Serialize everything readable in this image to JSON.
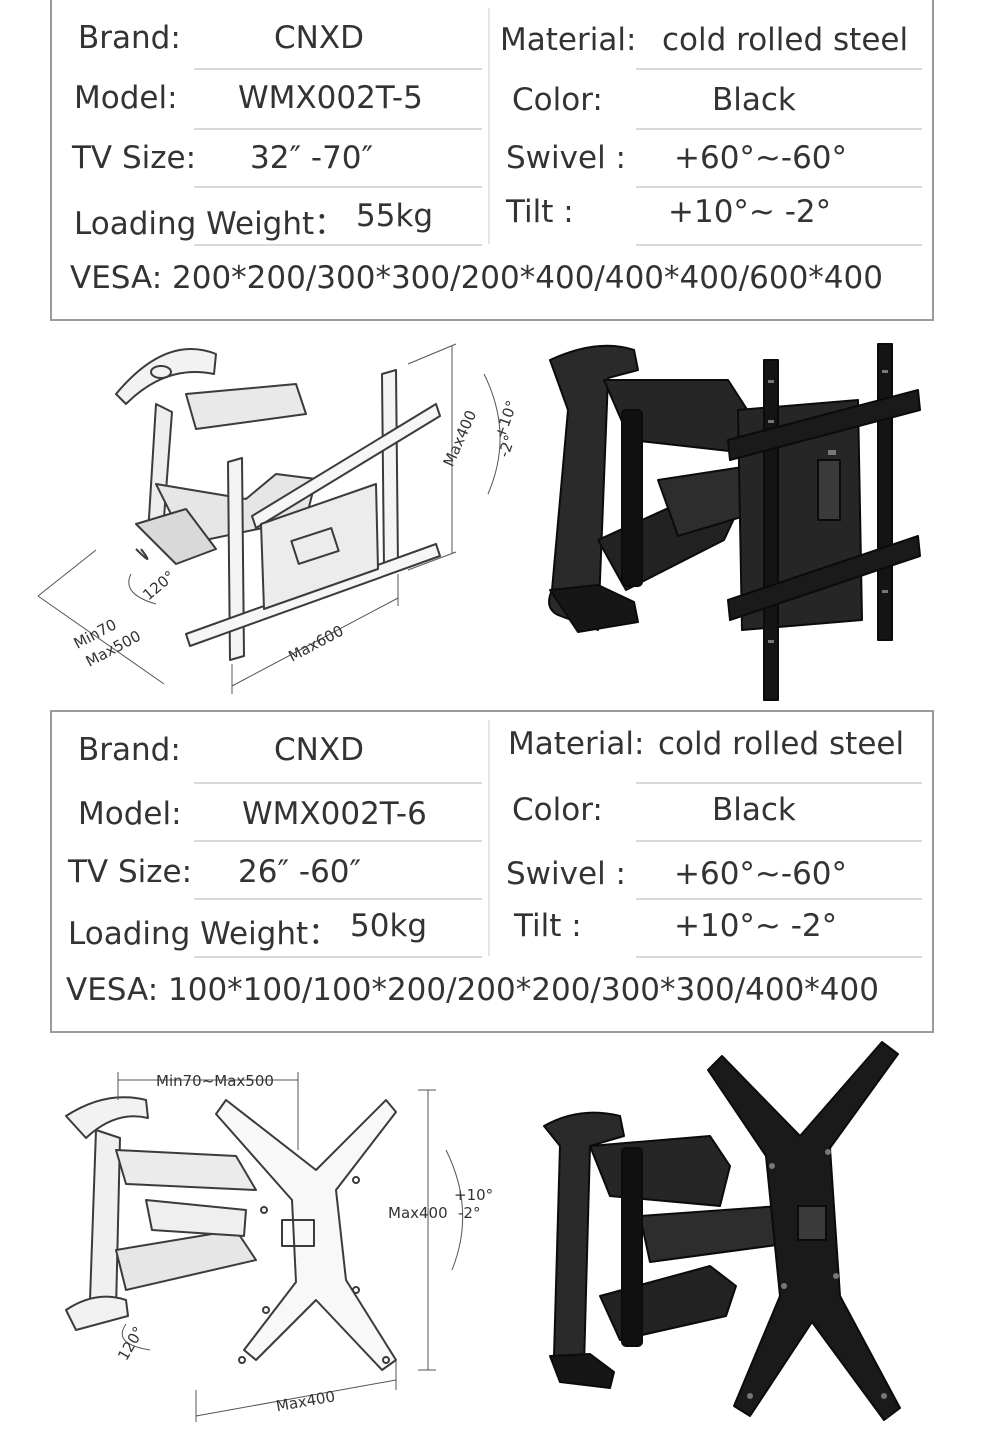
{
  "spec_tables": [
    {
      "brand_label": "Brand:",
      "brand_value": "CNXD",
      "model_label": "Model:",
      "model_value": "WMX002T-5",
      "tv_size_label": "TV Size:",
      "tv_size_value": "32″ -70″",
      "loading_weight_label": "Loading Weight：",
      "loading_weight_value": "55kg",
      "material_label": "Material:",
      "material_value": "cold rolled steel",
      "color_label": "Color:",
      "color_value": "Black",
      "swivel_label": "Swivel :",
      "swivel_value": "+60°~-60°",
      "tilt_label": "Tilt :",
      "tilt_value": "+10°~ -2°",
      "vesa": "VESA: 200*200/300*300/200*400/400*400/600*400"
    },
    {
      "brand_label": "Brand:",
      "brand_value": "CNXD",
      "model_label": "Model:",
      "model_value": "WMX002T-6",
      "tv_size_label": "TV Size:",
      "tv_size_value": "26″ -60″",
      "loading_weight_label": "Loading Weight：",
      "loading_weight_value": "50kg",
      "material_label": "Material:",
      "material_value": "cold rolled steel",
      "color_label": "Color:",
      "color_value": "Black",
      "swivel_label": "Swivel :",
      "swivel_value": "+60°~-60°",
      "tilt_label": "Tilt :",
      "tilt_value": "+10°~ -2°",
      "vesa": "VESA: 100*100/100*200/200*200/300*300/400*400"
    }
  ],
  "diagram_1": {
    "max_height": "Max400",
    "max_width": "Max600",
    "tilt_up": "+10°",
    "tilt_down": "-2°",
    "swivel": "120°",
    "extension_min": "Min70",
    "extension_max": "Max500"
  },
  "diagram_2": {
    "extension": "Min70~Max500",
    "max_height": "Max400",
    "max_width": "Max400",
    "tilt_up": "+10°",
    "tilt_down": "-2°",
    "swivel": "120°"
  }
}
